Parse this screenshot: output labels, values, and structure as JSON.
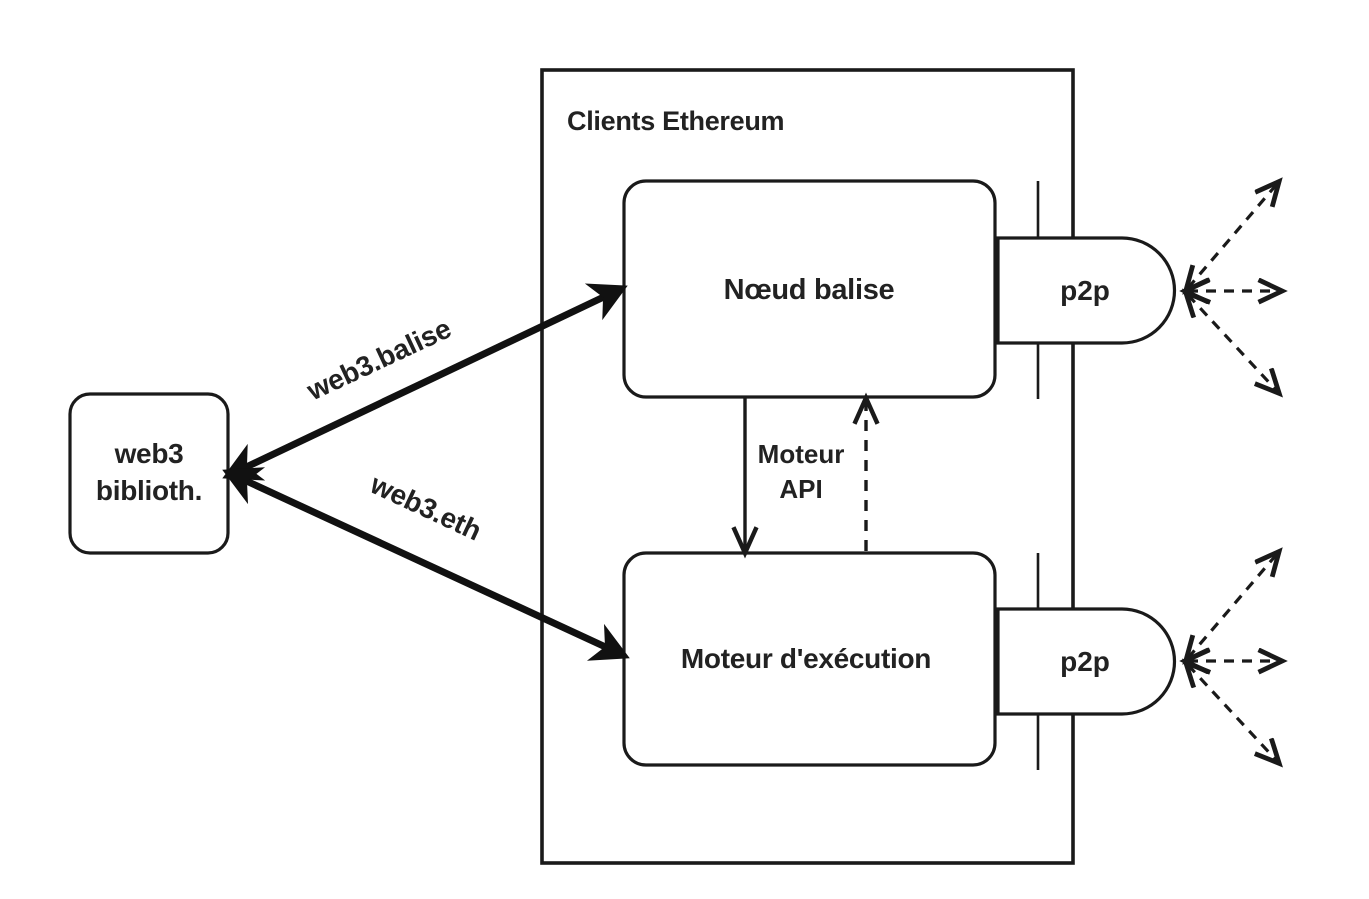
{
  "diagram": {
    "title_visible": false,
    "colors": {
      "stroke": "#1a1a1a",
      "text": "#222222",
      "background": "#ffffff"
    },
    "container": {
      "label": "Clients Ethereum"
    },
    "nodes": {
      "library": {
        "label_line1": "web3",
        "label_line2": "biblioth."
      },
      "beacon": {
        "label": "Nœud balise"
      },
      "execution": {
        "label": "Moteur d'exécution"
      },
      "p2p_beacon": {
        "label": "p2p"
      },
      "p2p_execution": {
        "label": "p2p"
      }
    },
    "edges": {
      "lib_to_beacon": {
        "label": "web3.balise"
      },
      "lib_to_execution": {
        "label": "web3.eth"
      },
      "engine_api": {
        "label_line1": "Moteur",
        "label_line2": "API"
      }
    },
    "peers": {
      "beacon_peer_count": 3,
      "execution_peer_count": 3
    }
  }
}
